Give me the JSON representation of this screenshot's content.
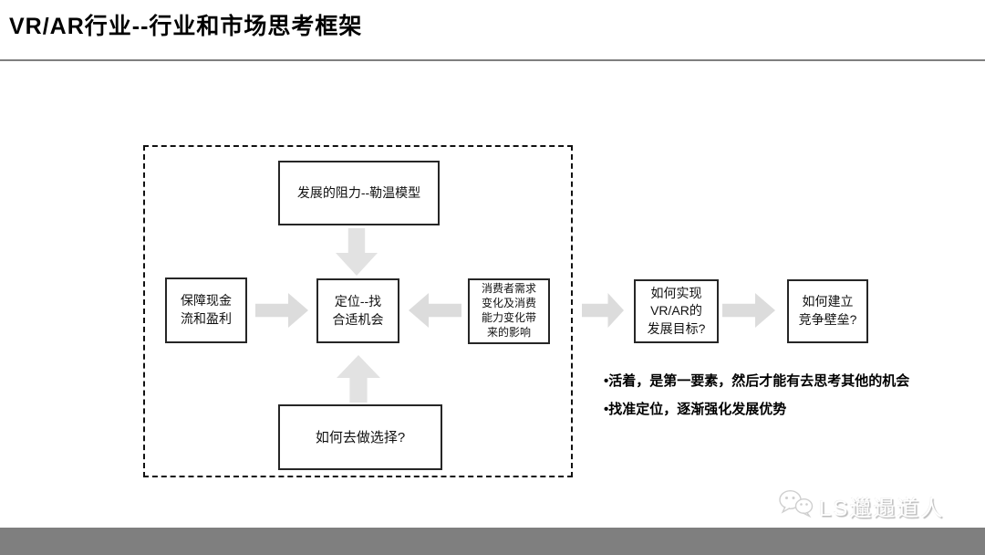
{
  "palette": {
    "arrow_gray": "#dcdcdc",
    "arrow_gray_light": "#e2e2e2",
    "divider_gray": "#7f7f7f",
    "footer_bar_gray": "#7f7f7f",
    "box_border": "#262626",
    "text_black": "#111111",
    "watermark_gray": "#c6c6c6"
  },
  "header": {
    "title": "VR/AR行业--行业和市场思考框架"
  },
  "diagram": {
    "boxes": {
      "resistance": "发展的阻力--勒温模型",
      "cashflow": "保障现金\n流和盈利",
      "positioning": "定位--找\n合适机会",
      "consumer": "消费者需求\n变化及消费\n能力变化带\n来的影响",
      "choice": "如何去做选择?",
      "goal": "如何实现\nVR/AR的\n发展目标?",
      "moat": "如何建立\n竞争壁垒?"
    },
    "arrows": [
      {
        "name": "arrow-resistance-to-positioning",
        "direction": "down"
      },
      {
        "name": "arrow-cashflow-to-positioning",
        "direction": "right"
      },
      {
        "name": "arrow-consumer-to-positioning",
        "direction": "left"
      },
      {
        "name": "arrow-choice-to-positioning",
        "direction": "up"
      },
      {
        "name": "arrow-frame-to-goal",
        "direction": "right"
      },
      {
        "name": "arrow-goal-to-moat",
        "direction": "right"
      }
    ]
  },
  "notes": {
    "items": [
      "•活着，是第一要素，然后才能有去思考其他的机会",
      "•找准定位，逐渐强化发展优势"
    ]
  },
  "watermark": {
    "icon": "wechat-icon",
    "text": "LS邋遢道人"
  }
}
